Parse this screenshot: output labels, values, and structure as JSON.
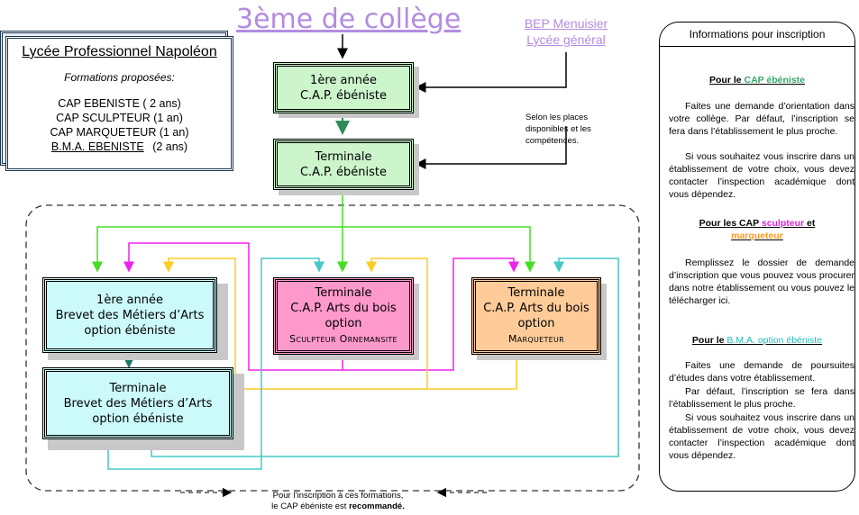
{
  "title": "3ème de collège",
  "bep": {
    "line1": "BEP Menuisier",
    "line2": "Lycée général"
  },
  "lycee": {
    "name": "Lycée Professionnel Napoléon",
    "subtitle": "Formations proposées:",
    "items": [
      "CAP EBENISTE ( 2 ans)",
      "CAP SCULPTEUR (1 an)",
      "CAP MARQUETEUR (1 an)"
    ],
    "bma_label": "B.M.A. EBENISTE",
    "bma_duration": "(2 ans)"
  },
  "boxes": {
    "cap1": {
      "line1": "1ère année",
      "line2": "C.A.P. ébéniste"
    },
    "capt": {
      "line1": "Terminale",
      "line2": "C.A.P. ébéniste"
    },
    "bma1": {
      "line1": "1ère année",
      "line2": "Brevet des Métiers d’Arts",
      "line3": "option ébéniste"
    },
    "bmat": {
      "line1": "Terminale",
      "line2": "Brevet des Métiers d’Arts",
      "line3": "option ébéniste"
    },
    "sculpt": {
      "line1": "Terminale",
      "line2": "C.A.P. Arts du bois",
      "line3": "option",
      "line4": "Sculpteur Ornemansite"
    },
    "marq": {
      "line1": "Terminale",
      "line2": "C.A.P. Arts du bois",
      "line3": "option",
      "line4": "Marqueteur"
    }
  },
  "places_note": "Selon les places disponibles et les compétences.",
  "bottom_note": {
    "line1": "Pour l’inscription à ces formations,",
    "line2a": "le CAP ébéniste est ",
    "line2b": "recommandé."
  },
  "info": {
    "header": "Informations pour inscription",
    "s1_prefix": "Pour le ",
    "s1_link": "CAP ébéniste",
    "s1_p1": "Faites une demande d’orientation dans votre collège. Par défaut, l’inscription se fera dans l’établissement le plus proche.",
    "s1_p2": "Si vous souhaitez vous inscrire dans un établissement de votre choix, vous devez contacter l’inspection académique dont vous dépendez.",
    "s2_prefix": "Pour les CAP ",
    "s2_link1": "sculpteur",
    "s2_mid": " et",
    "s2_link2": "marqueteur",
    "s2_p1": "Remplissez le dossier de demande d’inscription que vous pouvez vous procurer dans notre établissement ou vous pouvez le télécharger ici.",
    "s3_prefix": "Pour le ",
    "s3_link": "B.M.A. option ébéniste",
    "s3_p1": "Faites une demande de poursuites d’études dans votre établissement.",
    "s3_p2": "Par défaut, l’inscription se fera dans l’établissement le plus proche.",
    "s3_p3": "Si vous souhaitez vous inscrire dans un établissement de votre choix, vous devez contacter l’inspection académique dont vous dépendez."
  },
  "colors": {
    "title": "#b38ce0",
    "green_box": "#ccf5cc",
    "cyan_box": "#ccfafa",
    "pink_box": "#ff99cc",
    "orange_box": "#ffcc99",
    "green_line": "#44dd22",
    "magenta_line": "#ee22ee",
    "yellow_line": "#ffcc22",
    "teal_line": "#44c8c8",
    "cap_link": "#33aa66",
    "sculpteur_link": "#dd22dd",
    "marqueteur_link": "#ff9922",
    "bma_link": "#22bbbb"
  }
}
